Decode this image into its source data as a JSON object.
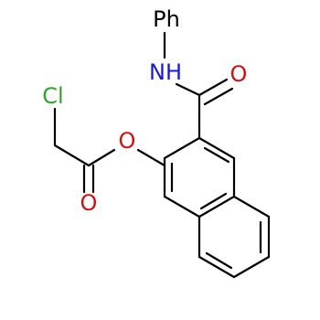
{
  "molecule": {
    "labels": {
      "phenyl": "Ph",
      "amide_nitrogen": "NH",
      "amide_oxygen": "O",
      "chlorine": "Cl",
      "ester_oxygen": "O",
      "carbonyl_oxygen": "O"
    },
    "colors": {
      "carbon_bonds": "#000000",
      "phenyl": "#000000",
      "nitrogen": "#1a1ad0",
      "oxygen": "#d01010",
      "chlorine": "#2da52d"
    }
  }
}
